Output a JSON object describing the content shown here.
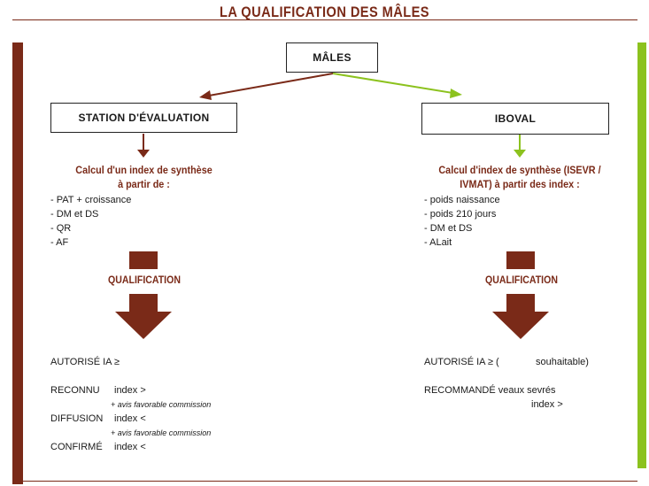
{
  "title": "LA QUALIFICATION DES MÂLES",
  "root_box": "MÂLES",
  "colors": {
    "brown": "#7a2a18",
    "green": "#8cc21e"
  },
  "left": {
    "box": "STATION D'ÉVALUATION",
    "heading_line1": "Calcul d'un index de synthèse",
    "heading_line2": "à partir de :",
    "items": [
      "- PAT + croissance",
      "- DM et DS",
      "- QR",
      "- AF"
    ],
    "qualification": "QUALIFICATION",
    "autorise": "AUTORISÉ  IA  ≥",
    "reconnu_label": "RECONNU",
    "reconnu_value": "index >",
    "note1": "+ avis favorable commission",
    "diffusion_label": "DIFFUSION",
    "diffusion_value": "index <",
    "note2": "+ avis favorable commission",
    "confirme_label": "CONFIRMÉ",
    "confirme_value": "index <"
  },
  "right": {
    "box": "IBOVAL",
    "heading_line1": "Calcul d'index de synthèse (ISEVR /",
    "heading_line2": "IVMAT) à partir des index :",
    "items": [
      "- poids naissance",
      "- poids 210 jours",
      "- DM et DS",
      "- ALait"
    ],
    "qualification": "QUALIFICATION",
    "autorise": "AUTORISÉ  IA  ≥ (",
    "autorise_suffix": "souhaitable)",
    "recommande": "RECOMMANDÉ veaux sevrés",
    "recommande_value": "index >"
  }
}
